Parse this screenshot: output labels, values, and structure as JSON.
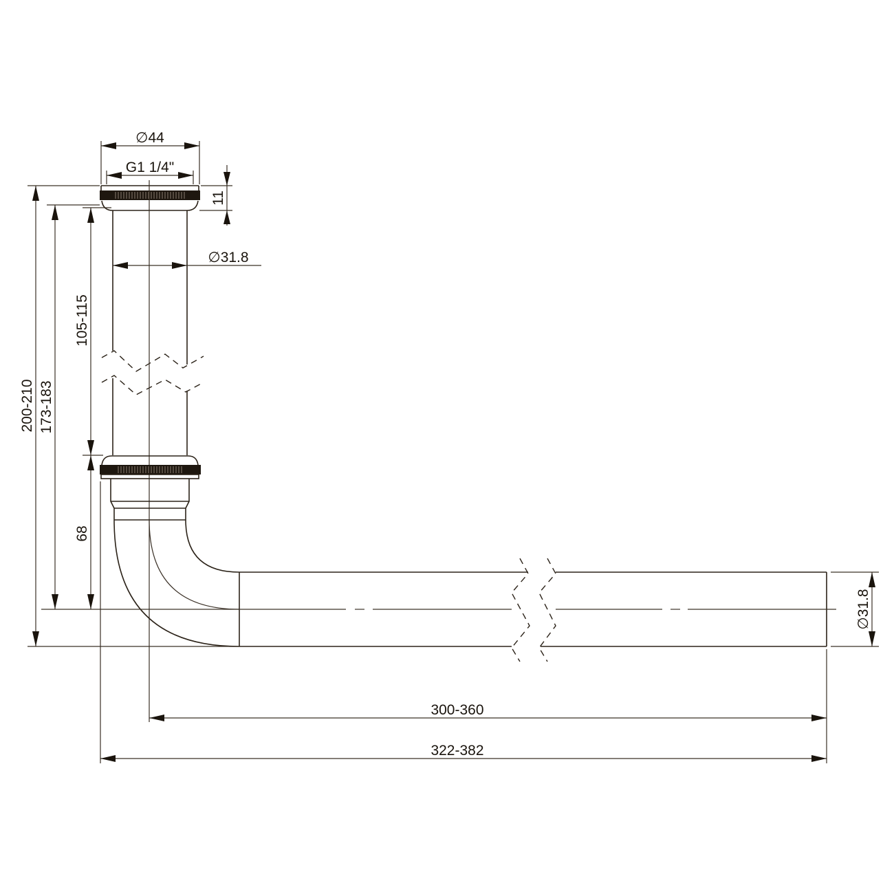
{
  "drawing": {
    "title": "Elbow pipe technical drawing",
    "line_color": "#2b2218",
    "background": "#ffffff"
  },
  "dimensions": {
    "top_nut_outer_diameter": "∅44",
    "thread": "G1 1/4\"",
    "nut_height": "11",
    "vertical_pipe_diameter": "∅31.8",
    "vertical_pipe_length": "105-115",
    "total_height": "200-210",
    "height_to_centerline": "173-183",
    "lower_section_height": "68",
    "horizontal_pipe_diameter": "∅31.8",
    "length_from_centerline": "300-360",
    "overall_length": "322-382"
  }
}
